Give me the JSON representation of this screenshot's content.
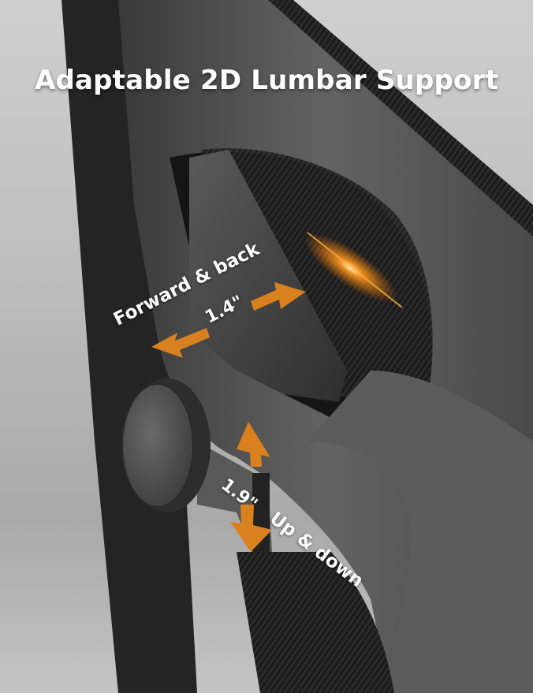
{
  "headline": "Adaptable 2D Lumbar Support",
  "annotations": {
    "forward_back": {
      "label": "Forward & back",
      "value": "1.4\"",
      "icon": "double-horizontal-arrow-icon"
    },
    "up_down": {
      "label": "Up & down",
      "value": "1.9\"",
      "icon": "double-vertical-arrow-icon"
    }
  },
  "product": {
    "subject": "office chair backrest lumbar support",
    "parts": [
      "chair-frame",
      "lumbar-pad",
      "adjustment-knob",
      "mesh-backrest"
    ]
  },
  "colors": {
    "accent_orange": "#d9801f",
    "frame_gray": "#5a5a5a",
    "dark_mesh": "#1e1e1e",
    "background": "#c2c2c2",
    "text": "#ffffff",
    "glow": "#ff9a1f"
  }
}
